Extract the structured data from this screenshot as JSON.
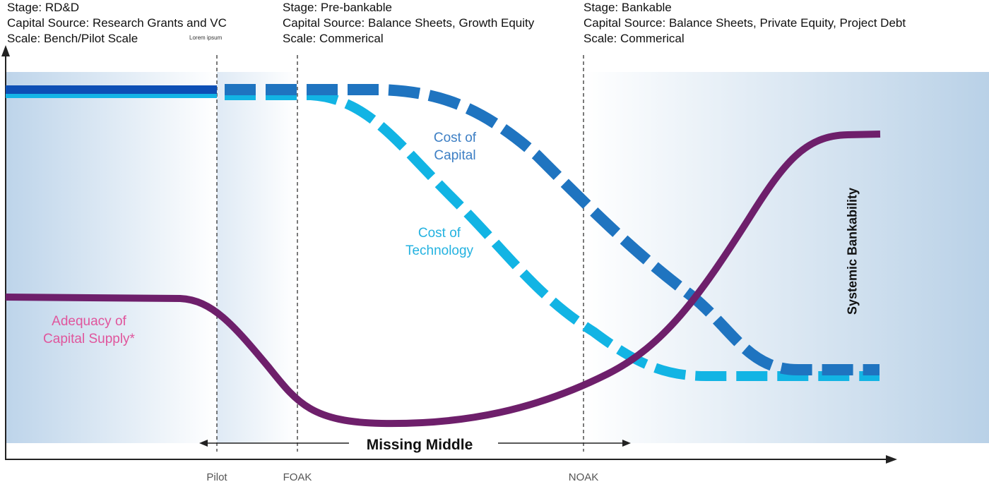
{
  "stages": {
    "rdd": {
      "stage": "Stage: RD&D",
      "capital_source": "Capital Source: Research Grants and VC",
      "scale": "Scale: Bench/Pilot Scale",
      "note": "Lorem ipsum"
    },
    "prebankable": {
      "stage": "Stage: Pre-bankable",
      "capital_source": "Capital Source: Balance Sheets, Growth Equity",
      "scale": "Scale: Commerical"
    },
    "bankable": {
      "stage": "Stage: Bankable",
      "capital_source": "Capital Source: Balance Sheets, Private Equity, Project Debt",
      "scale": "Scale: Commerical"
    }
  },
  "curves": {
    "cost_of_capital": {
      "line1": "Cost of",
      "line2": "Capital",
      "color": "#1f74c0"
    },
    "cost_of_technology": {
      "line1": "Cost of",
      "line2": "Technology",
      "color": "#12b4e4"
    },
    "adequacy_of_capital_supply": {
      "line1": "Adequacy of",
      "line2": "Capital Supply*",
      "color": "#e0559c",
      "line_color": "#6e1f6b"
    },
    "systemic_bankability": {
      "label": "Systemic Bankability"
    }
  },
  "missing_middle": "Missing Middle",
  "x_axis": {
    "ticks": [
      "Pilot",
      "FOAK",
      "NOAK"
    ]
  },
  "colors": {
    "band_left": "#c2d7ea",
    "band_right": "#b9d1e7",
    "capital_solid": "#0d4fb5",
    "technology_solid": "#14b4e6",
    "axis": "#222222"
  }
}
